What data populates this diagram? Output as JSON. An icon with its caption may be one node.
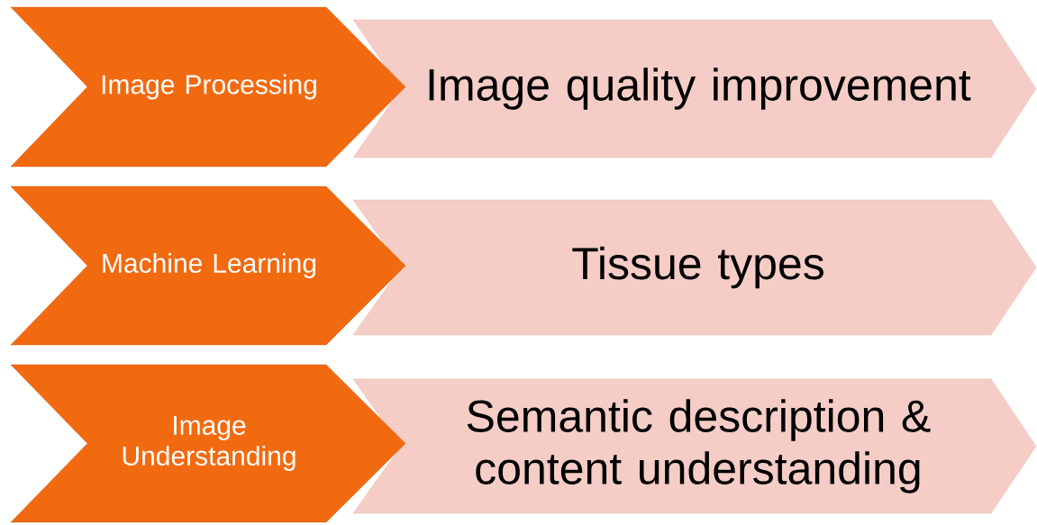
{
  "diagram": {
    "nodes": [
      {
        "text": [
          "Image Processing"
        ]
      },
      {
        "text": [
          "Image quality improvement"
        ]
      },
      {
        "text": [
          "Machine Learning"
        ]
      },
      {
        "text": [
          "Tissue types"
        ]
      },
      {
        "text": [
          "Image Understanding"
        ]
      },
      {
        "text": [
          "Semantic description & content understanding"
        ]
      }
    ]
  }
}
